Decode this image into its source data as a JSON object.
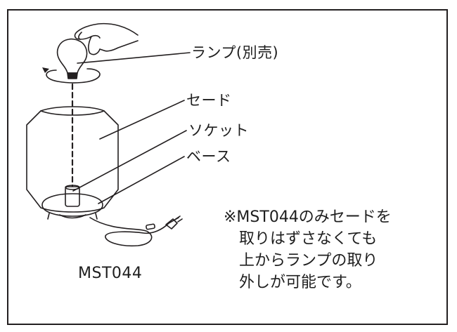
{
  "labels": {
    "lamp": "ランプ(別売)",
    "shade": "セード",
    "socket": "ソケット",
    "base": "ベース"
  },
  "note": {
    "line1": "※MST044のみセードを",
    "line2": "取りはずさなくても",
    "line3": "上からランプの取り",
    "line4": "外しが可能です。"
  },
  "model": "MST044",
  "colors": {
    "line": "#231f20",
    "text": "#1e1e1e",
    "background": "#ffffff"
  }
}
